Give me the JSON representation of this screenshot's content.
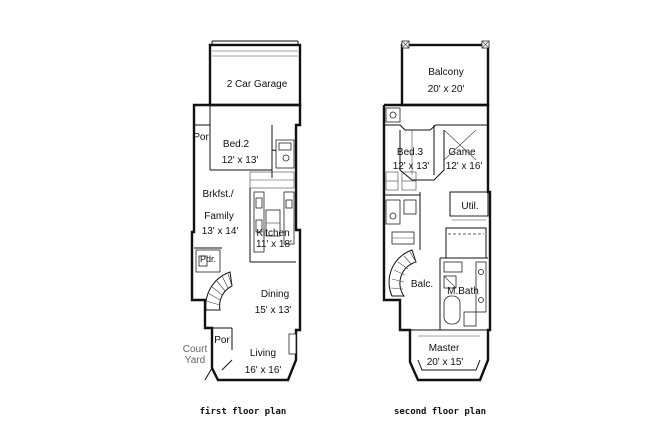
{
  "first_floor": {
    "caption": "first floor plan",
    "rooms": {
      "garage": "2 Car Garage",
      "por_top": "Por",
      "bed2_name": "Bed.2",
      "bed2_size": "12' x 13'",
      "brkfst_name1": "Brkfst./",
      "brkfst_name2": "Family",
      "brkfst_size": "13' x 14'",
      "kitchen_name": "Kitchen",
      "kitchen_size": "11' x 18'",
      "pdr": "Pdr.",
      "dining_name": "Dining",
      "dining_size": "15' x 13'",
      "court_1": "Court",
      "court_2": "Yard",
      "por_bottom": "Por",
      "living_name": "Living",
      "living_size": "16' x 16'"
    }
  },
  "second_floor": {
    "caption": "second floor plan",
    "rooms": {
      "balcony_name": "Balcony",
      "balcony_size": "20' x 20'",
      "bed3_name": "Bed.3",
      "bed3_size": "12' x 13'",
      "game_name": "Game",
      "game_size": "12' x 16'",
      "util": "Util.",
      "balc": "Balc.",
      "mbath": "M.Bath",
      "master_name": "Master",
      "master_size": "20' x 15'"
    }
  }
}
